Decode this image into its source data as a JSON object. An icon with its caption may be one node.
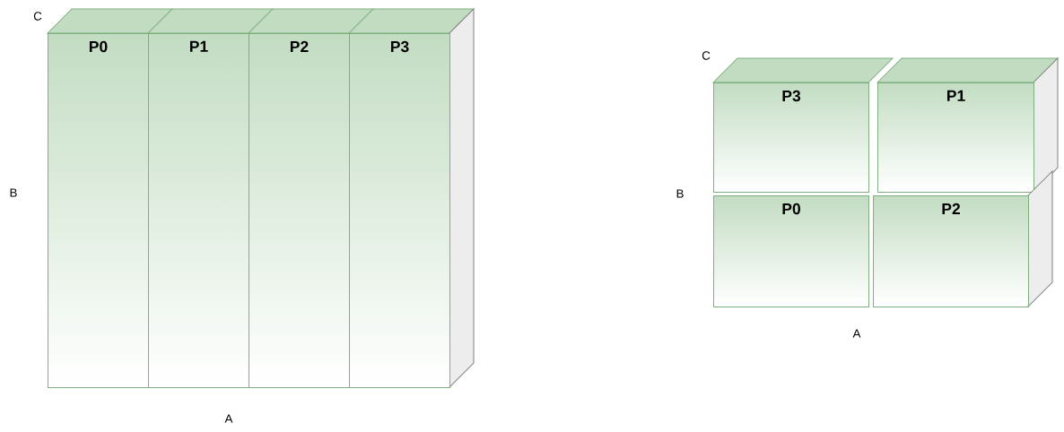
{
  "diagram": {
    "nodes": [
      {
        "text": [
          "P0"
        ]
      },
      {
        "text": [
          "P1"
        ]
      },
      {
        "text": [
          "P2"
        ]
      },
      {
        "text": [
          "P3"
        ]
      },
      {
        "text": [
          "P3"
        ]
      },
      {
        "text": [
          "P1"
        ]
      },
      {
        "text": [
          "P0"
        ]
      },
      {
        "text": [
          "P2"
        ]
      }
    ],
    "labels": [
      "C",
      "B",
      "A",
      "C",
      "B",
      "A"
    ]
  }
}
